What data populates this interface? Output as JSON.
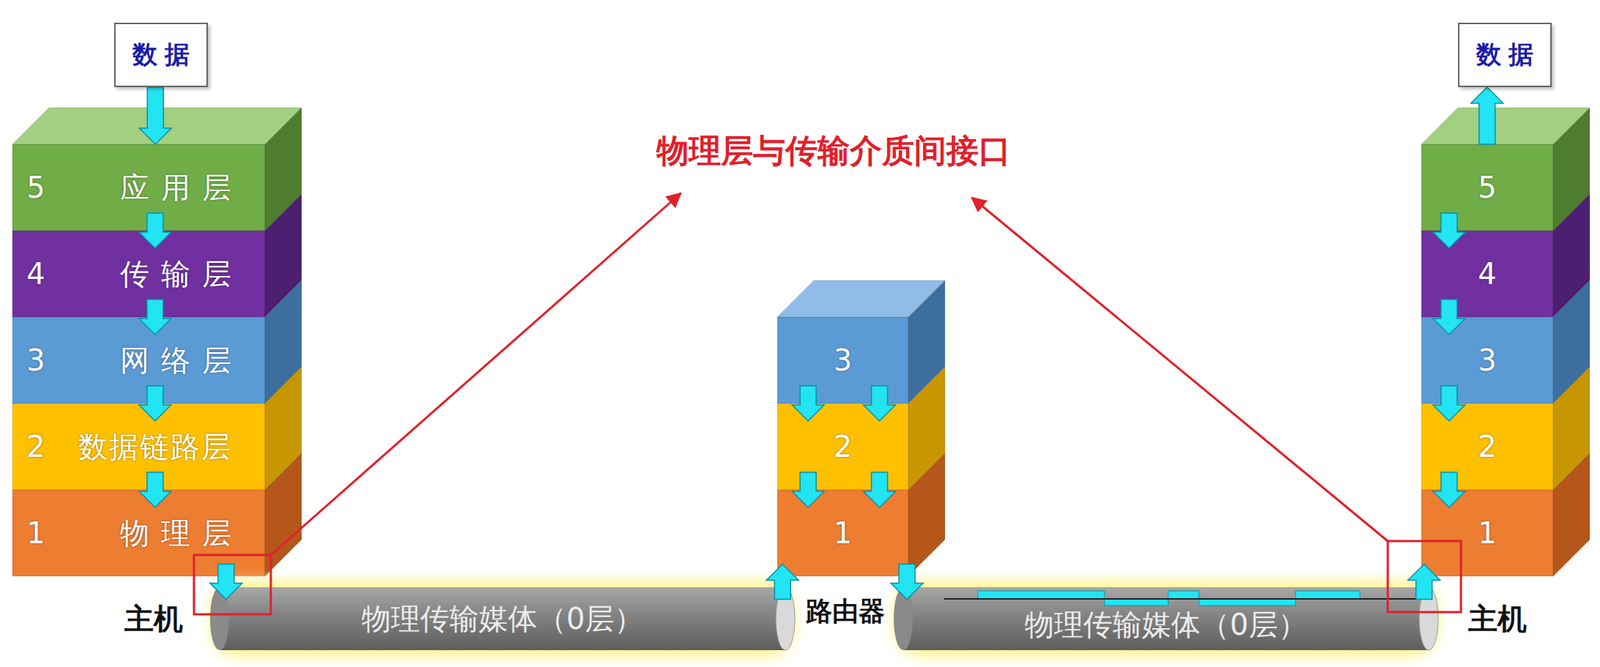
{
  "diagram": {
    "nodes": [
      {
        "text": [
          "数据"
        ]
      },
      {
        "text": [
          "5",
          "应用层"
        ]
      },
      {
        "text": [
          "4",
          "传输层"
        ]
      },
      {
        "text": [
          "3",
          "网络层"
        ]
      },
      {
        "text": [
          "2",
          "数据链路层"
        ]
      },
      {
        "text": [
          "1",
          "物理层"
        ]
      },
      {
        "text": [
          "物理传输媒体（0层）"
        ]
      },
      {
        "text": [
          "3"
        ]
      },
      {
        "text": [
          "2"
        ]
      },
      {
        "text": [
          "1"
        ]
      },
      {
        "text": [
          "物理传输媒体（0层）"
        ]
      },
      {
        "text": [
          "数据"
        ]
      },
      {
        "text": [
          "5"
        ]
      },
      {
        "text": [
          "4"
        ]
      },
      {
        "text": [
          "3"
        ]
      },
      {
        "text": [
          "2"
        ]
      },
      {
        "text": [
          "1"
        ]
      }
    ],
    "edges": [
      {
        "from": 0,
        "to": 1,
        "arrow": "to"
      },
      {
        "from": 1,
        "to": 2,
        "arrow": "to"
      },
      {
        "from": 2,
        "to": 3,
        "arrow": "to"
      },
      {
        "from": 3,
        "to": 4,
        "arrow": "to"
      },
      {
        "from": 4,
        "to": 5,
        "arrow": "to"
      },
      {
        "from": 5,
        "to": 6,
        "arrow": "to"
      },
      {
        "from": 6,
        "to": 9,
        "arrow": "to"
      },
      {
        "from": 9,
        "to": 8,
        "arrow": "to"
      },
      {
        "from": 8,
        "to": 7,
        "arrow": "to"
      },
      {
        "from": 7,
        "to": 8,
        "arrow": "to"
      },
      {
        "from": 8,
        "to": 9,
        "arrow": "to"
      },
      {
        "from": 9,
        "to": 10,
        "arrow": "to"
      },
      {
        "from": 10,
        "to": 16,
        "arrow": "to"
      },
      {
        "from": 16,
        "to": 15,
        "arrow": "to"
      },
      {
        "from": 15,
        "to": 14,
        "arrow": "to"
      },
      {
        "from": 14,
        "to": 13,
        "arrow": "to"
      },
      {
        "from": 13,
        "to": 12,
        "arrow": "to"
      },
      {
        "from": 12,
        "to": 11,
        "arrow": "to"
      }
    ],
    "labels": [
      "物理层与传输介质间接口",
      "主机",
      "路由器",
      "主机"
    ]
  }
}
